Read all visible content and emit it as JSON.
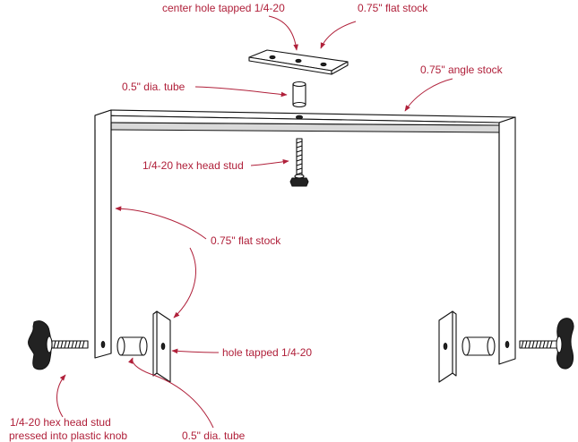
{
  "labels": {
    "center_hole": "center hole tapped 1/4-20",
    "flat_stock_top": "0.75\" flat stock",
    "tube_top": "0.5\" dia. tube",
    "angle_stock": "0.75\" angle stock",
    "hex_stud_center": "1/4-20 hex head stud",
    "flat_stock_mid": "0.75\" flat stock",
    "hole_tapped": "hole tapped 1/4-20",
    "tube_bottom": "0.5\" dia. tube",
    "knob_line1": "1/4-20 hex head stud",
    "knob_line2": "pressed into plastic knob"
  },
  "colors": {
    "annotation": "#b0203a",
    "line": "#111111",
    "shade": "#d9d9d9"
  }
}
